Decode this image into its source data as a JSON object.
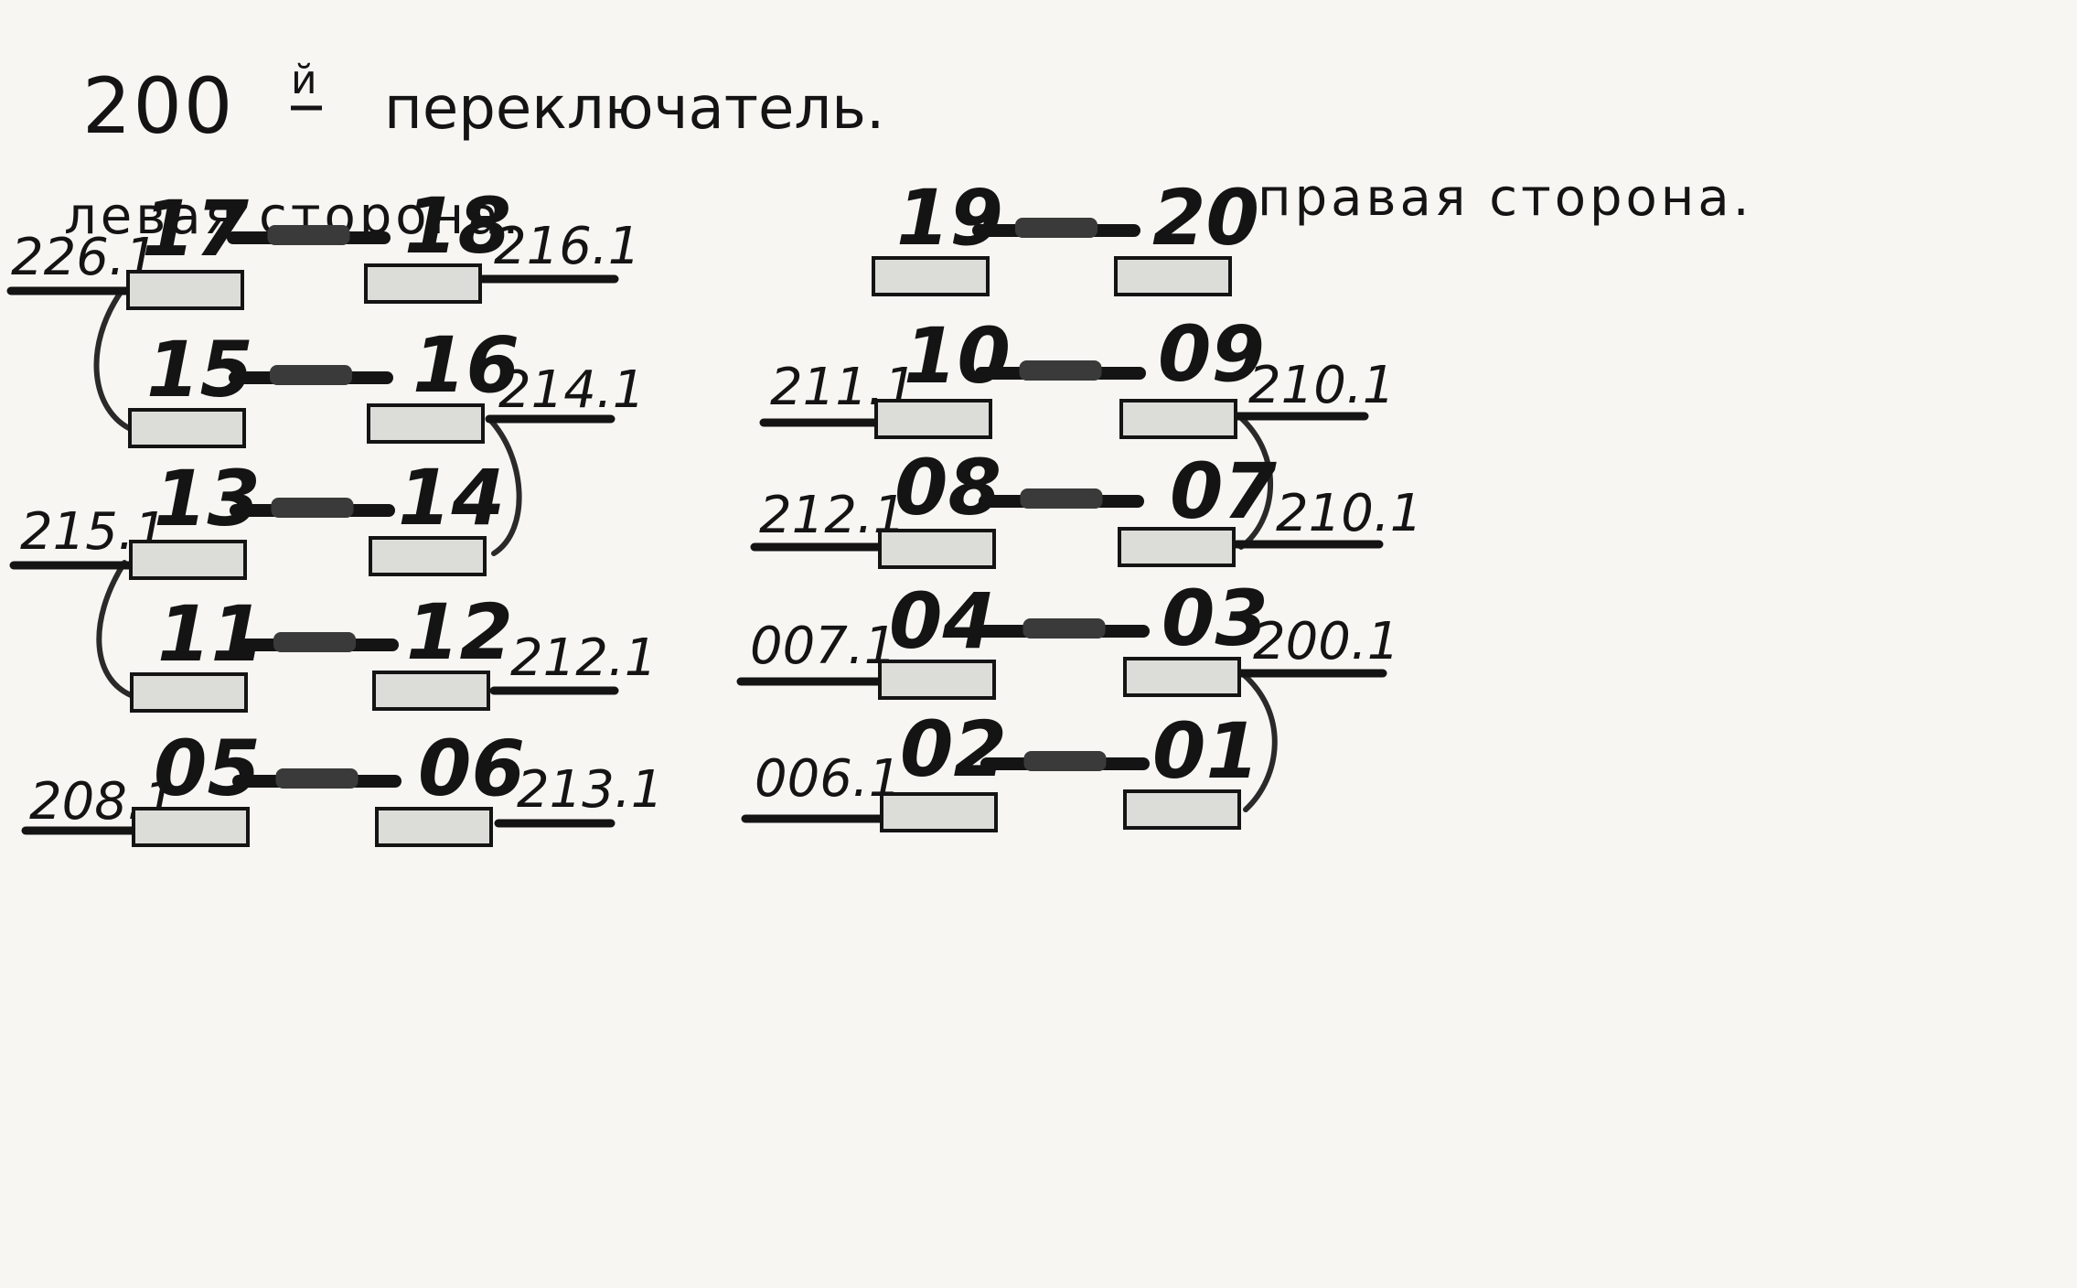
{
  "title": {
    "main": "200",
    "superscript": "й",
    "rest": "переключатель."
  },
  "left_label": "левая сторона.",
  "right_label": "правая сторона.",
  "contacts": [
    {
      "id": "c17",
      "num": "17"
    },
    {
      "id": "c18",
      "num": "18"
    },
    {
      "id": "c15",
      "num": "15"
    },
    {
      "id": "c16",
      "num": "16"
    },
    {
      "id": "c13",
      "num": "13"
    },
    {
      "id": "c14",
      "num": "14"
    },
    {
      "id": "c11",
      "num": "11"
    },
    {
      "id": "c12",
      "num": "12"
    },
    {
      "id": "c05",
      "num": "05"
    },
    {
      "id": "c06",
      "num": "06"
    },
    {
      "id": "c19",
      "num": "19"
    },
    {
      "id": "c20",
      "num": "20"
    },
    {
      "id": "c10",
      "num": "10"
    },
    {
      "id": "c09",
      "num": "09"
    },
    {
      "id": "c08",
      "num": "08"
    },
    {
      "id": "c07",
      "num": "07"
    },
    {
      "id": "c04",
      "num": "04"
    },
    {
      "id": "c03",
      "num": "03"
    },
    {
      "id": "c02",
      "num": "02"
    },
    {
      "id": "c01",
      "num": "01"
    }
  ],
  "pairs": [
    [
      "c17",
      "c18"
    ],
    [
      "c15",
      "c16"
    ],
    [
      "c13",
      "c14"
    ],
    [
      "c11",
      "c12"
    ],
    [
      "c05",
      "c06"
    ],
    [
      "c19",
      "c20"
    ],
    [
      "c10",
      "c09"
    ],
    [
      "c08",
      "c07"
    ],
    [
      "c04",
      "c03"
    ],
    [
      "c02",
      "c01"
    ]
  ],
  "wires": [
    {
      "id": "w1",
      "label": "226.1",
      "contact": "c17"
    },
    {
      "id": "w2",
      "label": "216.1",
      "contact": "c18"
    },
    {
      "id": "w3",
      "label": "214.1",
      "contact": "c16"
    },
    {
      "id": "w4",
      "label": "215.1",
      "contact": "c13"
    },
    {
      "id": "w5",
      "label": "212.1",
      "contact": "c12"
    },
    {
      "id": "w6",
      "label": "208.1",
      "contact": "c05"
    },
    {
      "id": "w7",
      "label": "213.1",
      "contact": "c06"
    },
    {
      "id": "w8",
      "label": "211.1",
      "contact": "c10"
    },
    {
      "id": "w9",
      "label": "210.1",
      "contact": "c09"
    },
    {
      "id": "w10",
      "label": "212.1",
      "contact": "c08"
    },
    {
      "id": "w11",
      "label": "210.1",
      "contact": "c07"
    },
    {
      "id": "w12",
      "label": "007.1",
      "contact": "c04"
    },
    {
      "id": "w13",
      "label": "200.1",
      "contact": "c03"
    },
    {
      "id": "w14",
      "label": "006.1",
      "contact": "c02"
    }
  ],
  "jumpers": [
    [
      "c17",
      "c15"
    ],
    [
      "c16",
      "c14"
    ],
    [
      "c13",
      "c11"
    ],
    [
      "c09",
      "c07"
    ],
    [
      "c03",
      "c01"
    ]
  ]
}
